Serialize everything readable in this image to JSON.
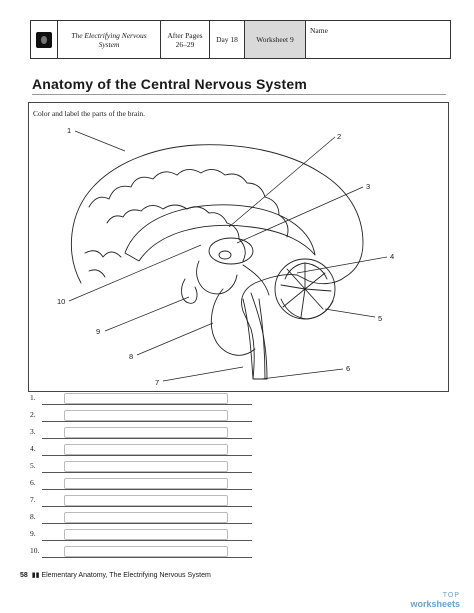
{
  "header": {
    "series": "The Electrifying Nervous System",
    "pages_label": "After Pages",
    "pages_range": "26–29",
    "day": "Day 18",
    "worksheet": "Worksheet 9",
    "name_label": "Name"
  },
  "title": "Anatomy of the Central Nervous System",
  "instructions": "Color and label the parts of the brain.",
  "labels": [
    "1",
    "2",
    "3",
    "4",
    "5",
    "6",
    "7",
    "8",
    "9",
    "10"
  ],
  "answers": [
    "1.",
    "2.",
    "3.",
    "4.",
    "5.",
    "6.",
    "7.",
    "8.",
    "9.",
    "10."
  ],
  "footer": {
    "page": "58",
    "text": "Elementary Anatomy, The Electrifying Nervous System"
  },
  "watermark": {
    "line1": "TOP",
    "line2": "worksheets"
  }
}
